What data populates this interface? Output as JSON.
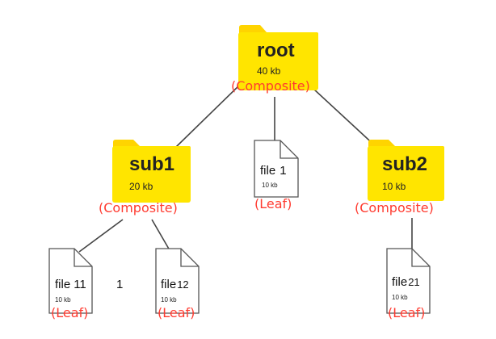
{
  "nodes": {
    "root": {
      "name": "root",
      "size": "40 kb",
      "role": "(Composite)"
    },
    "sub1": {
      "name": "sub1",
      "size": "20 kb",
      "role": "(Composite)"
    },
    "sub2": {
      "name": "sub2",
      "size": "10 kb",
      "role": "(Composite)"
    },
    "file1": {
      "name_main": "file",
      "name_num": "1",
      "size": "10 kb",
      "role": "(Leaf)"
    },
    "file11": {
      "name_main": "file",
      "name_num": "11",
      "size": "10 kb",
      "role": "(Leaf)"
    },
    "file12": {
      "name_main": "file",
      "name_num": "12",
      "size": "10 kb",
      "role": "(Leaf)"
    },
    "file21": {
      "name_main": "file",
      "name_num": "21",
      "size": "10 kb",
      "role": "(Leaf)"
    }
  },
  "stray_label": "1",
  "colors": {
    "folder": "#ffe500",
    "folder_tab": "#ffd400",
    "role_text": "#ff3b30",
    "edge": "#444444"
  },
  "icons": {
    "folder": "folder-icon",
    "file": "file-icon"
  }
}
